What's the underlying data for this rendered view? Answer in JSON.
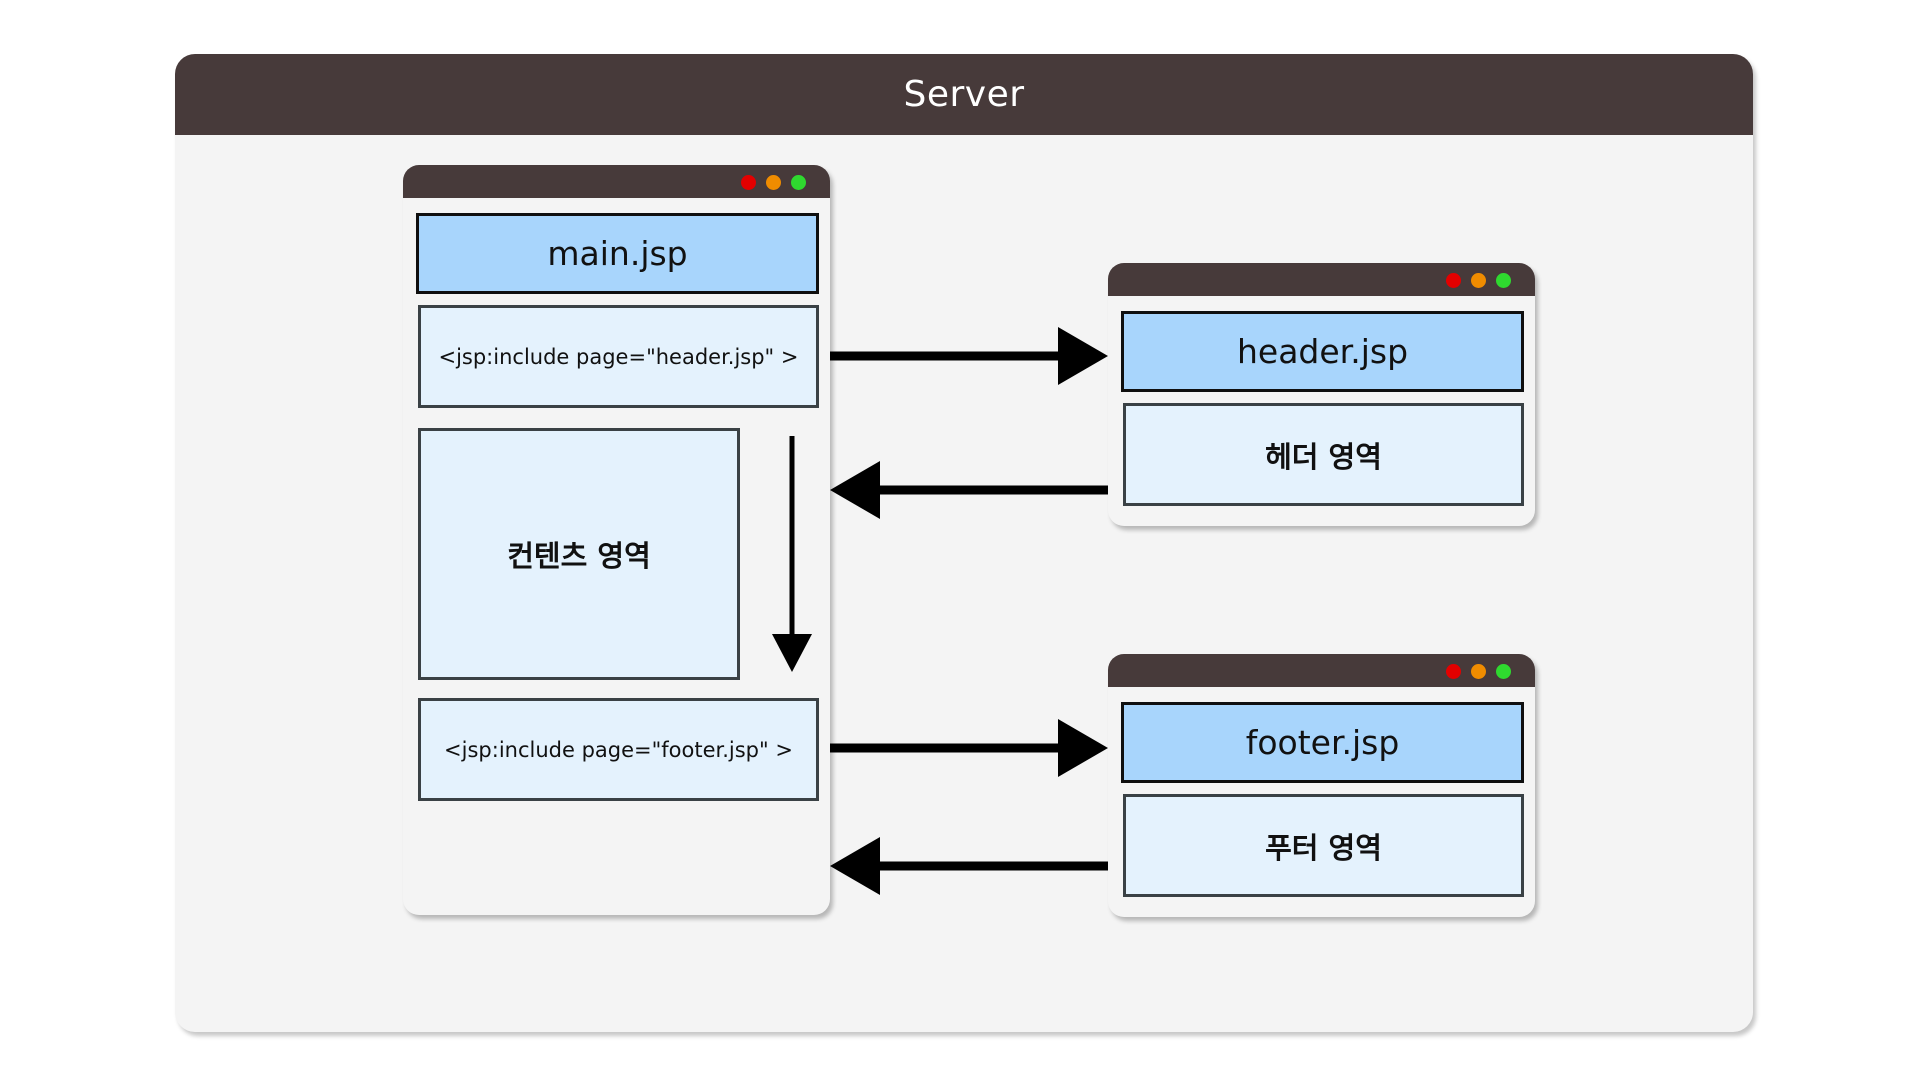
{
  "server": {
    "title": "Server"
  },
  "main_window": {
    "title": "main.jsp",
    "include_header": "<jsp:include page=\"header.jsp\" >",
    "content_region": "컨텐츠 영역",
    "include_footer": "<jsp:include page=\"footer.jsp\" >"
  },
  "header_window": {
    "title": "header.jsp",
    "region": "헤더 영역"
  },
  "footer_window": {
    "title": "footer.jsp",
    "region": "푸터 영역"
  },
  "window_controls": {
    "icons": [
      "close-dot-icon",
      "minimize-dot-icon",
      "maximize-dot-icon"
    ],
    "colors": {
      "close": "#e30000",
      "minimize": "#f08c00",
      "maximize": "#2fd92f"
    }
  },
  "colors": {
    "bar": "#473a3a",
    "background": "#f4f4f4",
    "title_fill": "#a8d5fc",
    "content_fill": "#e4f2fd",
    "arrow": "#000000"
  },
  "edges": [
    {
      "from": "include-header",
      "to": "header.jsp",
      "kind": "request"
    },
    {
      "from": "header.jsp",
      "to": "main.jsp",
      "kind": "response"
    },
    {
      "from": "content-region",
      "to": "include-footer",
      "kind": "flow"
    },
    {
      "from": "include-footer",
      "to": "footer.jsp",
      "kind": "request"
    },
    {
      "from": "footer.jsp",
      "to": "main.jsp",
      "kind": "response"
    }
  ]
}
